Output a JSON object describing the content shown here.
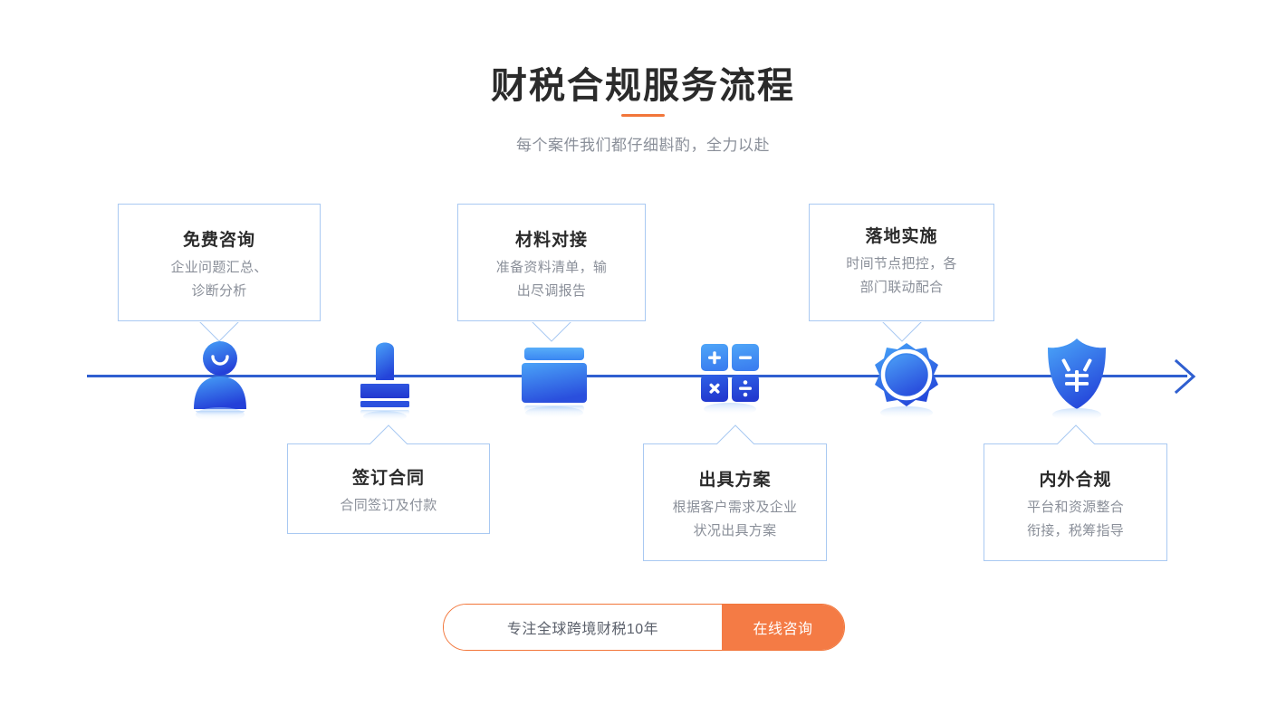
{
  "header": {
    "title": "财税合规服务流程",
    "subtitle": "每个案件我们都仔细斟酌，全力以赴",
    "rule_color": "#f2763a"
  },
  "theme": {
    "accent_orange": "#f47b45",
    "timeline_blue": "#2f5fd0",
    "card_border": "#a9c9f2",
    "icon_blue_light": "#3d8ef5",
    "icon_blue_dark": "#2347d8",
    "title_color": "#2b2b2b",
    "desc_color": "#8a8f99"
  },
  "timeline": {
    "arrow_icon": "arrow-right-icon",
    "steps": [
      {
        "index": 1,
        "icon": "user-person-icon",
        "position": "above",
        "title": "免费咨询",
        "desc": "企业问题汇总、\n诊断分析"
      },
      {
        "index": 2,
        "icon": "stamp-seal-icon",
        "position": "below",
        "title": "签订合同",
        "desc": "合同签订及付款"
      },
      {
        "index": 3,
        "icon": "folder-tray-icon",
        "position": "above",
        "title": "材料对接",
        "desc": "准备资料清单，输\n出尽调报告"
      },
      {
        "index": 4,
        "icon": "calculator-icon",
        "position": "below",
        "title": "出具方案",
        "desc": "根据客户需求及企业\n状况出具方案"
      },
      {
        "index": 5,
        "icon": "gear-badge-icon",
        "position": "above",
        "title": "落地实施",
        "desc": "时间节点把控，各\n部门联动配合"
      },
      {
        "index": 6,
        "icon": "shield-yuan-icon",
        "position": "below",
        "title": "内外合规",
        "desc": "平台和资源整合\n衔接，税筹指导"
      }
    ]
  },
  "cta": {
    "text": "专注全球跨境财税10年",
    "button_label": "在线咨询"
  }
}
